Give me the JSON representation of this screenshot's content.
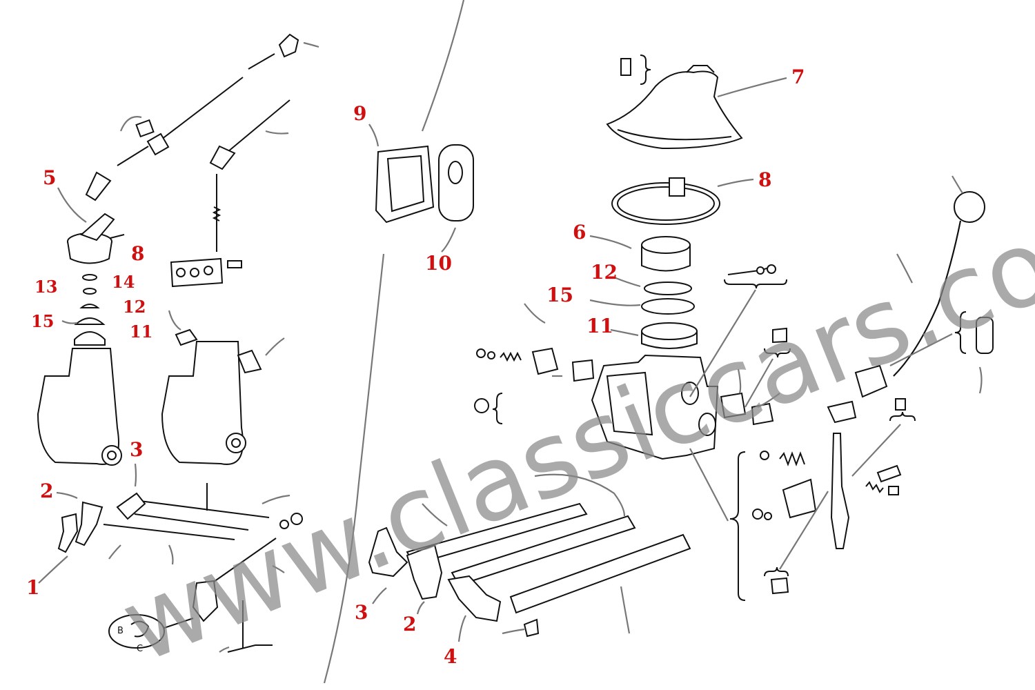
{
  "watermark": "www.classiccars.co.at",
  "callouts_left": {
    "c5": "5",
    "c8": "8",
    "c13": "13",
    "c14": "14",
    "c12": "12",
    "c15": "15",
    "c11": "11",
    "c3": "3",
    "c2": "2",
    "c1": "1"
  },
  "callouts_center": {
    "c9": "9",
    "c10": "10",
    "c3": "3",
    "c2": "2",
    "c4": "4"
  },
  "callouts_right": {
    "c7": "7",
    "c8": "8",
    "c6": "6",
    "c12": "12",
    "c15": "15",
    "c11": "11"
  },
  "detail_letters": {
    "b": "B",
    "c": "C"
  },
  "colors": {
    "callout": "#d01010",
    "watermark": "#8a8a8a",
    "ink": "#111111"
  }
}
